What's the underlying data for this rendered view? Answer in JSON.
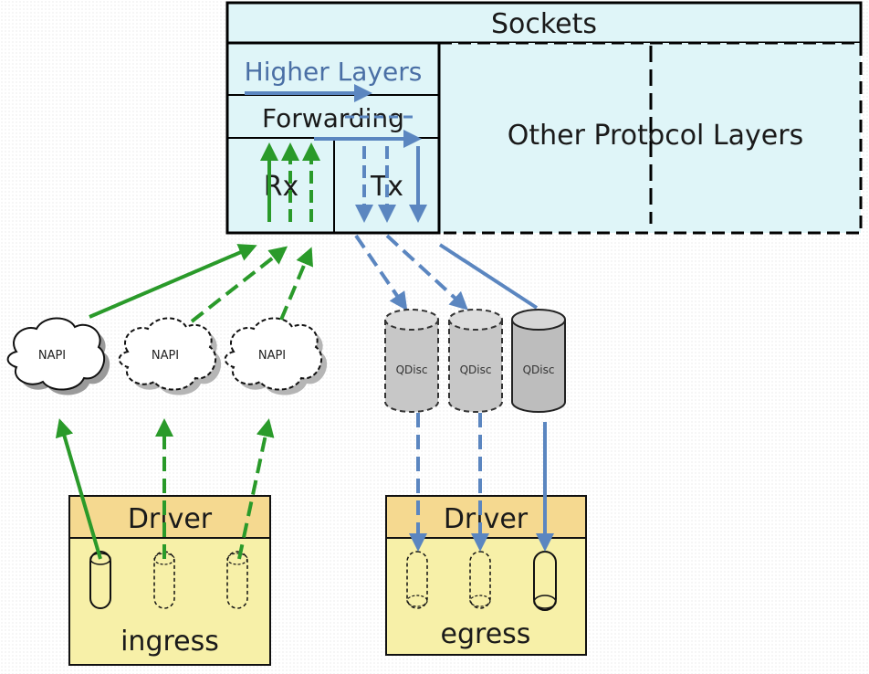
{
  "stack": {
    "sockets_label": "Sockets",
    "higher_layers_label": "Higher Layers",
    "forwarding_label": "Forwarding",
    "rx_label": "Rx",
    "tx_label": "Tx",
    "other_protocols_label": "Other Protocol Layers"
  },
  "napi_label": "NAPI",
  "qdisc_label": "QDisc",
  "ingress_driver": {
    "title": "Driver",
    "caption": "ingress"
  },
  "egress_driver": {
    "title": "Driver",
    "caption": "egress"
  },
  "colors": {
    "green": "#2a9a2a",
    "blue": "#5b86c0",
    "cyan_fill": "#dff5f8",
    "driver_fill": "#f7f0a8",
    "driver_header": "#f5d990",
    "qdisc_fill": "#c0c0c0"
  }
}
